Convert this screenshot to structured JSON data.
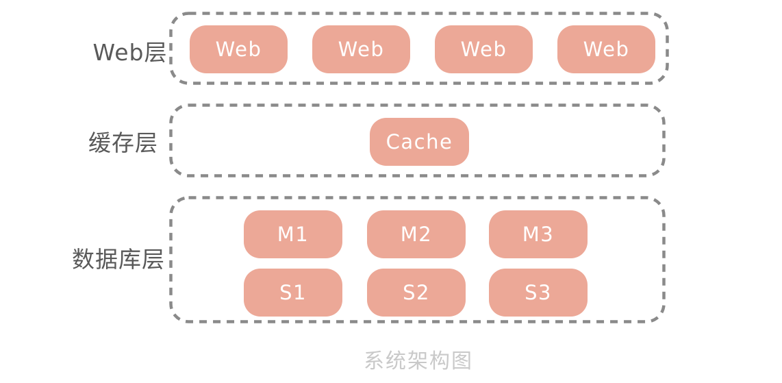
{
  "diagram": {
    "title": "系统架构图",
    "colors": {
      "node_fill": "#ECA897",
      "node_text": "#FFFFFF",
      "dashed_border": "#8A8A8A",
      "layer_label_text": "#595959",
      "title_text": "#C9C9C9",
      "background": "#FFFFFF"
    },
    "layers": [
      {
        "label": "Web层",
        "nodes": [
          "Web",
          "Web",
          "Web",
          "Web"
        ]
      },
      {
        "label": "缓存层",
        "nodes": [
          "Cache"
        ]
      },
      {
        "label": "数据库层",
        "nodes": [
          "M1",
          "M2",
          "M3",
          "S1",
          "S2",
          "S3"
        ]
      }
    ]
  }
}
